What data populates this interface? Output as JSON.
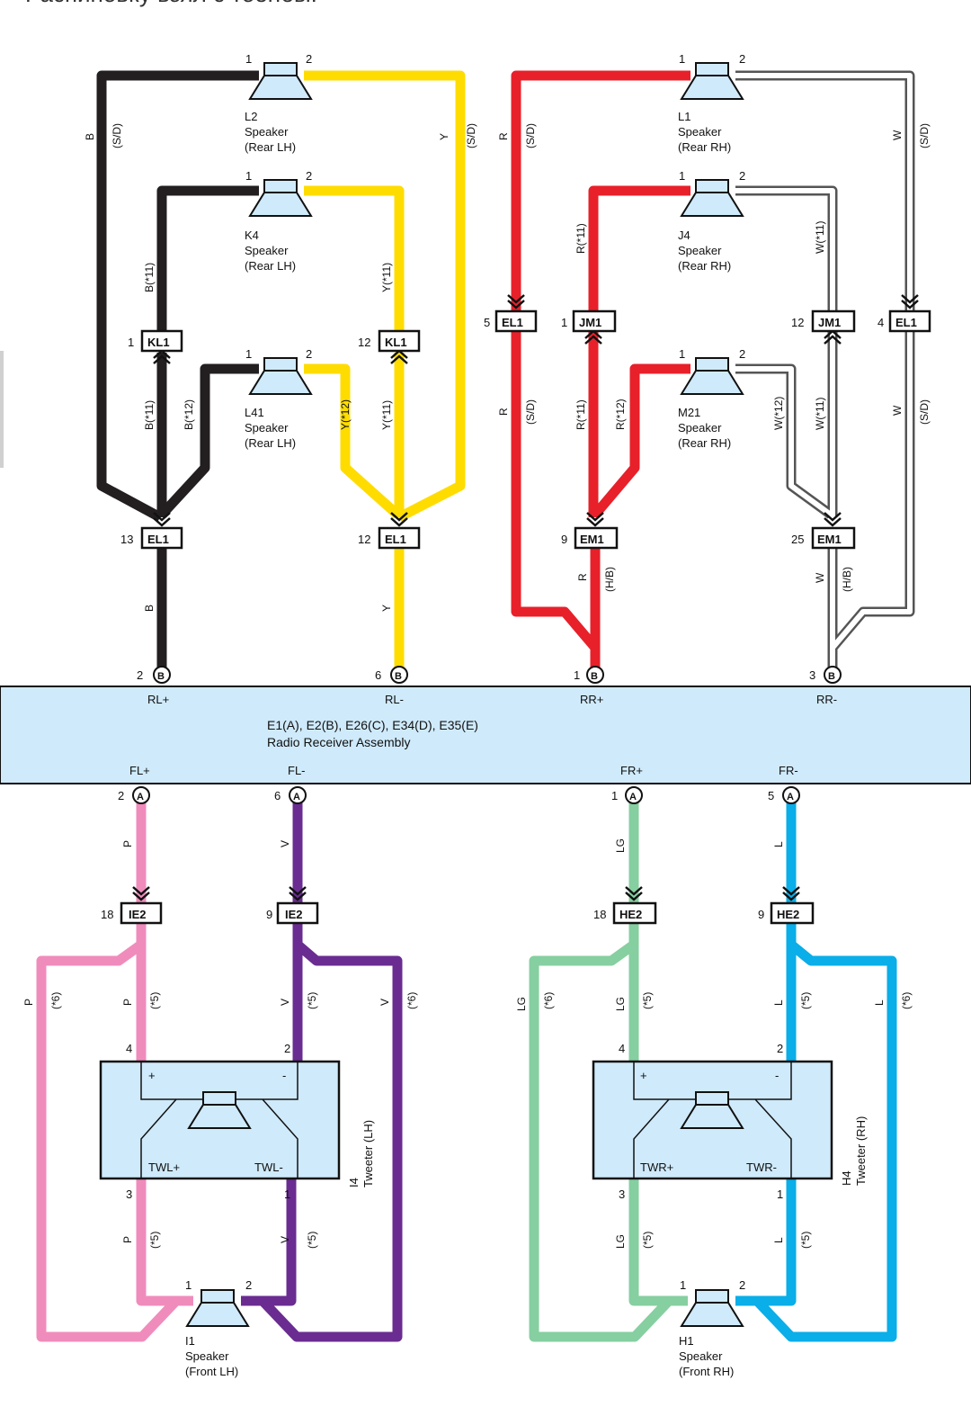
{
  "page_heading": "Распиновку взял с тоенбы:",
  "radio": {
    "label_line1": "E1(A), E2(B), E26(C), E34(D), E35(E)",
    "label_line2": "Radio Receiver Assembly",
    "outputs": {
      "rl_plus": "RL+",
      "rl_minus": "RL-",
      "rr_plus": "RR+",
      "rr_minus": "RR-",
      "fl_plus": "FL+",
      "fl_minus": "FL-",
      "fr_plus": "FR+",
      "fr_minus": "FR-"
    }
  },
  "speakers": {
    "l2": {
      "id": "L2",
      "type": "Speaker",
      "pos": "(Rear LH)"
    },
    "k4": {
      "id": "K4",
      "type": "Speaker",
      "pos": "(Rear LH)"
    },
    "l41": {
      "id": "L41",
      "type": "Speaker",
      "pos": "(Rear LH)"
    },
    "l1": {
      "id": "L1",
      "type": "Speaker",
      "pos": "(Rear RH)"
    },
    "j4": {
      "id": "J4",
      "type": "Speaker",
      "pos": "(Rear RH)"
    },
    "m21": {
      "id": "M21",
      "type": "Speaker",
      "pos": "(Rear RH)"
    },
    "i1": {
      "id": "I1",
      "type": "Speaker",
      "pos": "(Front LH)"
    },
    "h1": {
      "id": "H1",
      "type": "Speaker",
      "pos": "(Front RH)"
    }
  },
  "tweeters": {
    "i4": {
      "id": "I4",
      "name": "Tweeter (LH)",
      "plus": "+",
      "minus": "-",
      "out_plus": "TWL+",
      "out_minus": "TWL-"
    },
    "h4": {
      "id": "H4",
      "name": "Tweeter (RH)",
      "plus": "+",
      "minus": "-",
      "out_plus": "TWR+",
      "out_minus": "TWR-"
    }
  },
  "connectors": {
    "el1": "EL1",
    "kl1": "KL1",
    "jm1": "JM1",
    "em1": "EM1",
    "ie2": "IE2",
    "he2": "HE2",
    "a": "A",
    "b": "B"
  },
  "pins": {
    "p1": "1",
    "p2": "2",
    "p3": "3",
    "p4": "4",
    "p5": "5",
    "p6": "6",
    "p9": "9",
    "p12": "12",
    "p13": "13",
    "p18": "18",
    "p25": "25"
  },
  "wire_labels": {
    "b": "B",
    "y": "Y",
    "r": "R",
    "w": "W",
    "p": "P",
    "v": "V",
    "lg": "LG",
    "l": "L",
    "b11": "B(*11)",
    "b12": "B(*12)",
    "y11": "Y(*11)",
    "y12": "Y(*12)",
    "r11": "R(*11)",
    "r12": "R(*12)",
    "w11": "W(*11)",
    "w12": "W(*12)",
    "sd": "(S/D)",
    "hb": "(H/B)",
    "n5": "(*5)",
    "n6": "(*6)"
  },
  "colors": {
    "black": "#231f20",
    "yellow": "#ffdc00",
    "red": "#e8202a",
    "white": "#ffffff",
    "white_edge": "#555555",
    "pink": "#f08cbc",
    "violet": "#6a2c91",
    "light_green": "#86cfa0",
    "blue": "#0aaee8",
    "component_fill": "#cfeafa",
    "outline": "#111111"
  }
}
